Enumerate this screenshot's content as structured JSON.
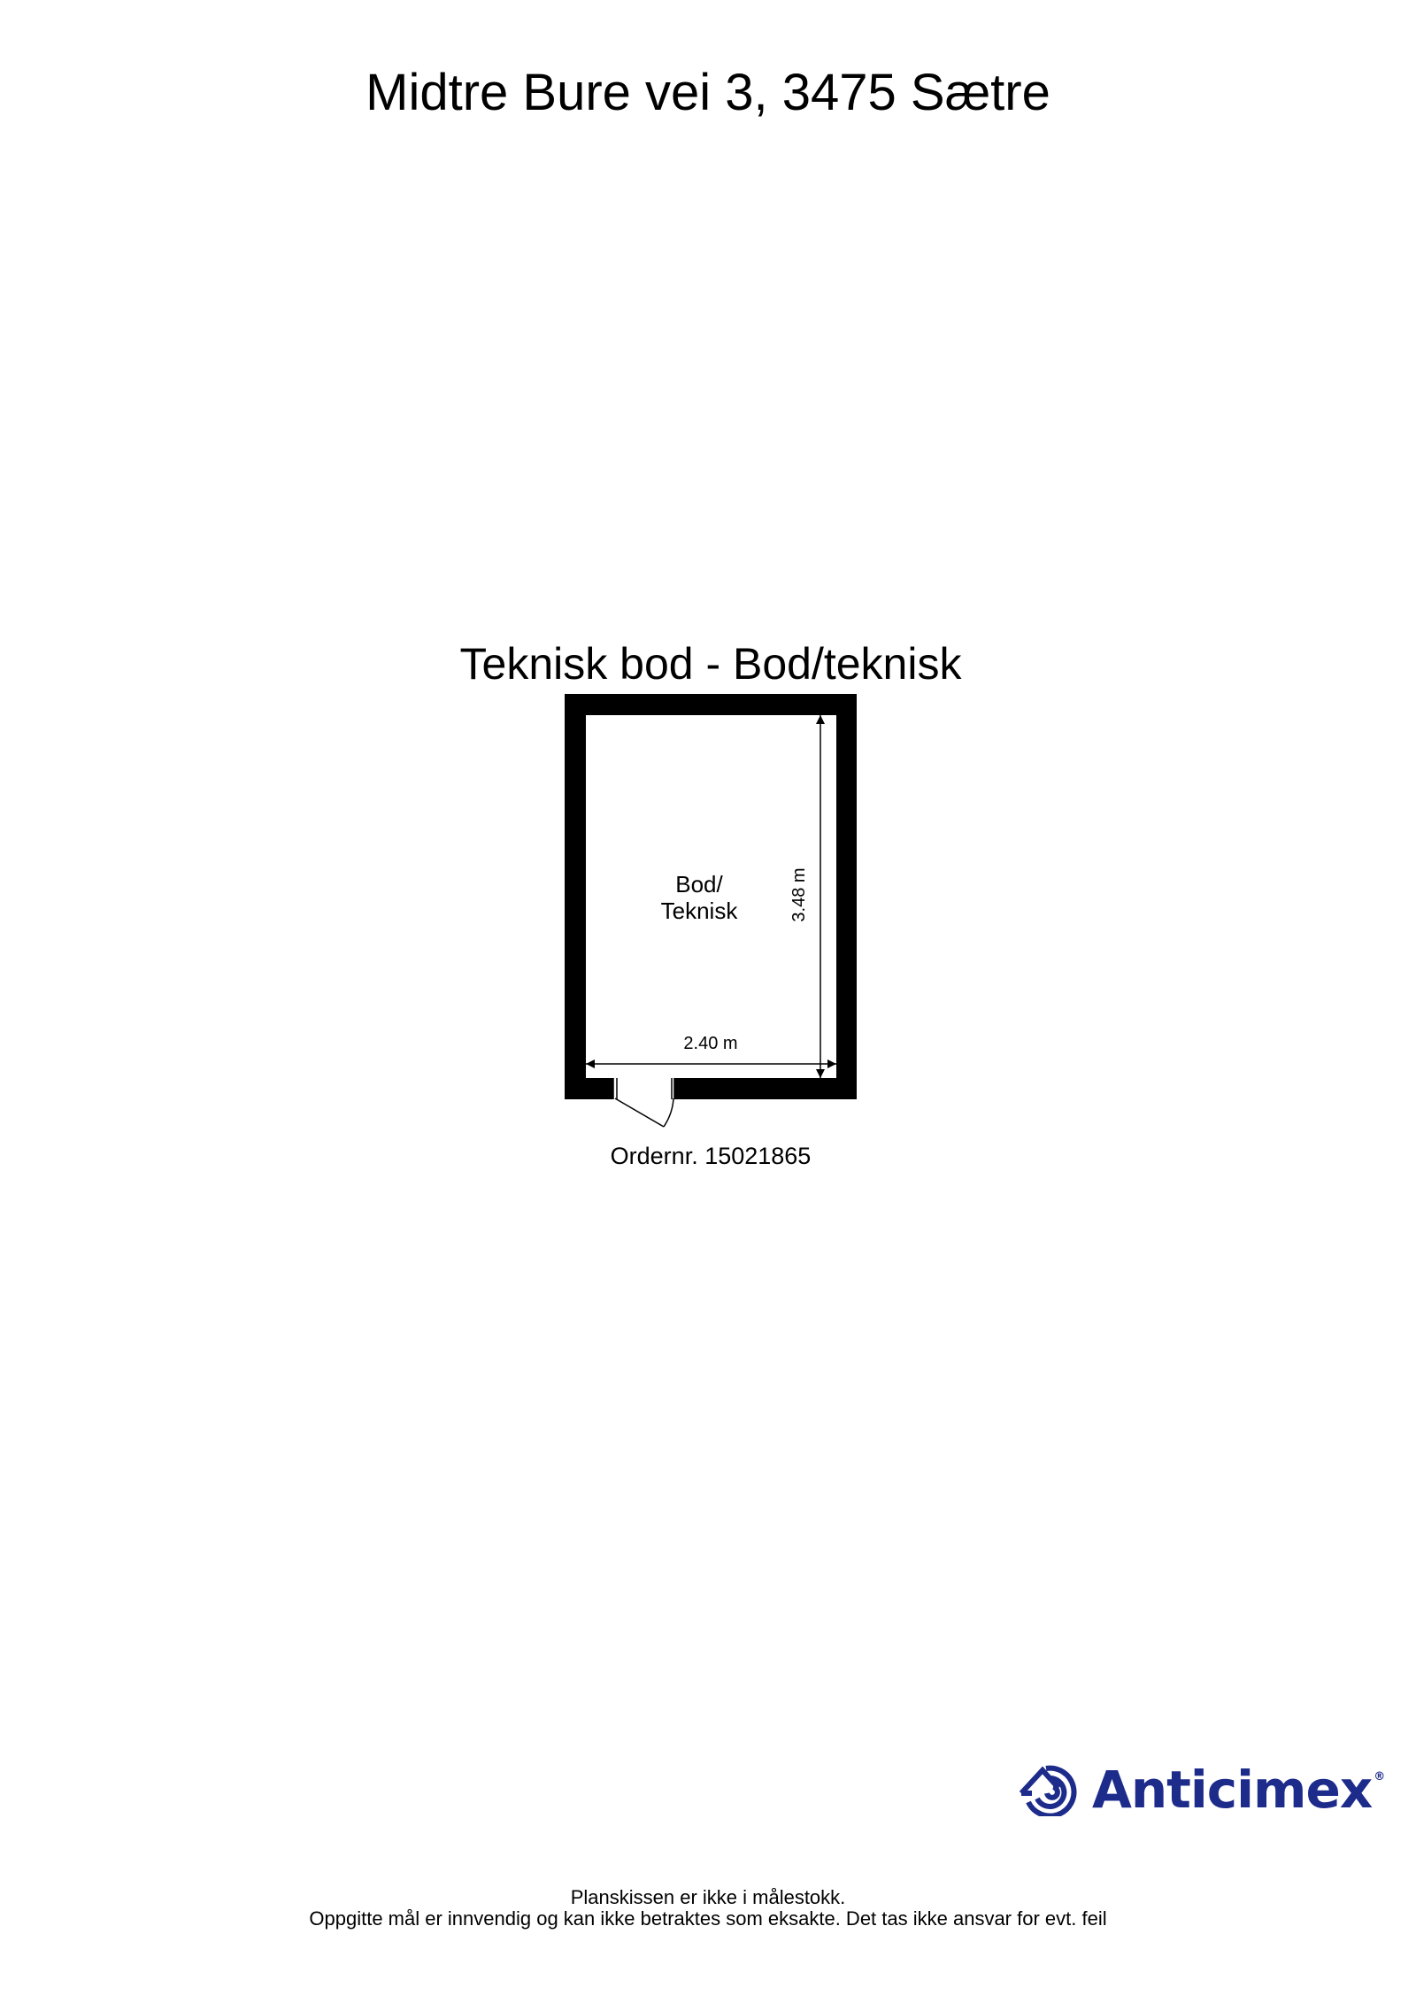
{
  "header": {
    "address_title": "Midtre Bure vei 3, 3475 Sætre"
  },
  "floor_plan": {
    "title": "Teknisk bod - Bod/teknisk",
    "rooms": [
      {
        "name_line1": "Bod/",
        "name_line2": "Teknisk"
      }
    ],
    "dimensions": {
      "width": "2.40 m",
      "length": "3.48 m"
    },
    "door": {
      "location": "bottom-left wall",
      "swing": "outward"
    },
    "order_number": "Ordernr. 15021865"
  },
  "branding": {
    "logo_text": "Anticimex",
    "registered_mark": "®",
    "logo_icon": "anticimex-house-target-icon",
    "brand_color": "#1d2b8b"
  },
  "footer": {
    "line1": "Planskissen er ikke i målestokk.",
    "line2": "Oppgitte mål er innvendig og kan ikke betraktes som eksakte. Det tas ikke ansvar for evt. feil"
  },
  "colors": {
    "wall": "#000000",
    "background": "#ffffff",
    "text": "#000000"
  }
}
